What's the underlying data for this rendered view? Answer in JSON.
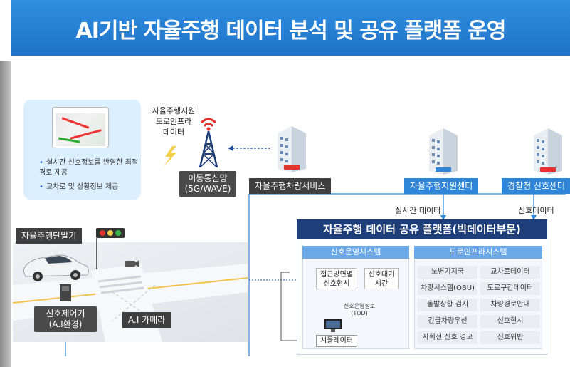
{
  "title": "AI기반 자율주행 데이터 분석 및 공유 플랫폼 운영",
  "bubble": {
    "bullets": [
      "실시간 신호정보를 반영한 최적경로 제공",
      "교차로 및 상황정보 제공"
    ]
  },
  "tower": {
    "label_lines": [
      "자율주행지원",
      "도로인프라",
      "데이터"
    ],
    "badge_lines": [
      "이동통신망",
      "(5G/WAVE)"
    ]
  },
  "nodes": {
    "vehicle_service": "자율주행차량서비스",
    "support_center": "자율주행지원센터",
    "police_center": "경찰청 신호센터",
    "terminal": "자율주행단말기",
    "controller_lines": [
      "신호제어기",
      "(A.I환경)"
    ],
    "camera": "A.I 카메라"
  },
  "edge_labels": {
    "realtime": "실시간 데이터",
    "signal": "신호데이터"
  },
  "platform": {
    "title": "자율주행 데이터 공유 플랫폼(빅데이터부문)",
    "left": {
      "header": "신호운영시스템",
      "approach_lines": [
        "접근방면별",
        "신호현시"
      ],
      "wait_lines": [
        "신호대기",
        "시간"
      ],
      "tod_lines": [
        "신호운영정보",
        "(TOD)"
      ],
      "simulator": "시뮬레이터"
    },
    "right": {
      "header": "도로인프라시스템",
      "cells": [
        [
          "노변기지국",
          "교차로데이터"
        ],
        [
          "차량시스템(OBU)",
          "도로구간데이터"
        ],
        [
          "돌발상황 검지",
          "차량경로안내"
        ],
        [
          "긴급차량우선",
          "신호현시"
        ],
        [
          "자회전 신호 경고",
          "신호위반"
        ]
      ]
    }
  },
  "colors": {
    "title_bg": "#2f86d8",
    "tag_blue": "#2f86d8",
    "tag_dark": "#3f3f3f",
    "platform_title": "#1e3e7a",
    "sub_header": "#6aa8e8",
    "signal_red": "#e5322d"
  }
}
